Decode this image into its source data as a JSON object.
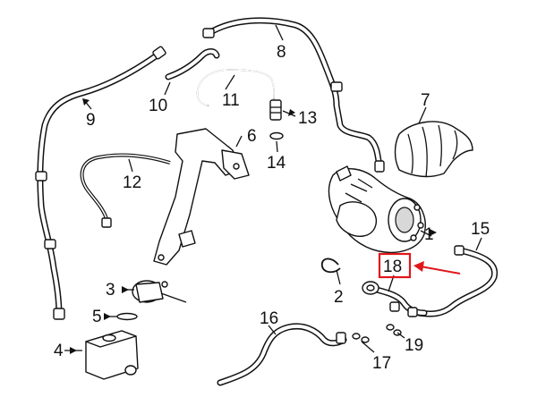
{
  "callouts": [
    {
      "id": "1",
      "label": "1"
    },
    {
      "id": "2",
      "label": "2"
    },
    {
      "id": "3",
      "label": "3"
    },
    {
      "id": "4",
      "label": "4"
    },
    {
      "id": "5",
      "label": "5"
    },
    {
      "id": "6",
      "label": "6"
    },
    {
      "id": "7",
      "label": "7"
    },
    {
      "id": "8",
      "label": "8"
    },
    {
      "id": "9",
      "label": "9"
    },
    {
      "id": "10",
      "label": "10"
    },
    {
      "id": "11",
      "label": "11"
    },
    {
      "id": "12",
      "label": "12"
    },
    {
      "id": "13",
      "label": "13"
    },
    {
      "id": "14",
      "label": "14"
    },
    {
      "id": "15",
      "label": "15"
    },
    {
      "id": "16",
      "label": "16"
    },
    {
      "id": "17",
      "label": "17"
    },
    {
      "id": "18",
      "label": "18"
    },
    {
      "id": "19",
      "label": "19"
    }
  ],
  "highlight": {
    "label": "18",
    "box_color": "#e0161b",
    "arrow_color": "#e0161b"
  }
}
